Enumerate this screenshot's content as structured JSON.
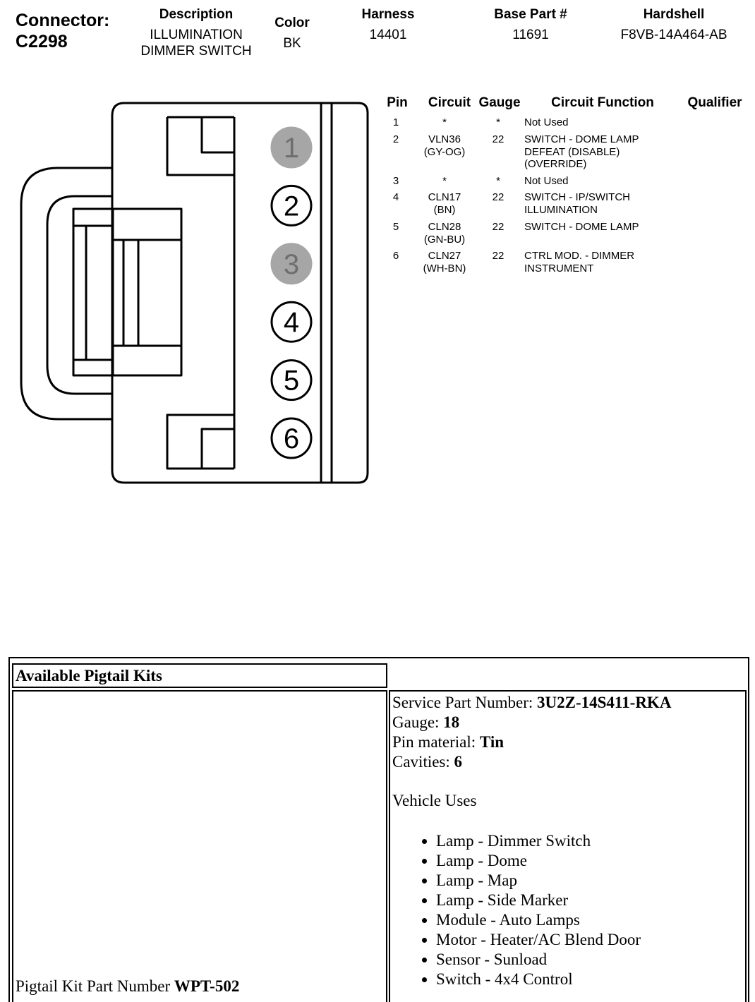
{
  "connector": {
    "label": "Connector:",
    "id": "C2298"
  },
  "header": {
    "description_label": "Description",
    "description_line1": "ILLUMINATION",
    "description_line2": "DIMMER SWITCH",
    "color_label": "Color",
    "color_value": "BK",
    "harness_label": "Harness",
    "harness_value": "14401",
    "base_part_label": "Base Part #",
    "base_part_value": "11691",
    "hardshell_label": "Hardshell",
    "hardshell_value": "F8VB-14A464-AB"
  },
  "diagram": {
    "pins": [
      {
        "number": "1",
        "used": false
      },
      {
        "number": "2",
        "used": true
      },
      {
        "number": "3",
        "used": false
      },
      {
        "number": "4",
        "used": true
      },
      {
        "number": "5",
        "used": true
      },
      {
        "number": "6",
        "used": true
      }
    ],
    "colors": {
      "unused_fill": "#a6a6a6",
      "unused_text": "#6e6e6e",
      "used_fill": "#ffffff",
      "stroke": "#000000"
    }
  },
  "pin_table": {
    "headers": {
      "pin": "Pin",
      "circuit": "Circuit",
      "gauge": "Gauge",
      "function": "Circuit Function",
      "qualifier": "Qualifier"
    },
    "rows": [
      {
        "pin": "1",
        "circuit": "*",
        "circuit_color": "",
        "gauge": "*",
        "function_line1": "Not Used",
        "function_line2": "",
        "function_line3": ""
      },
      {
        "pin": "2",
        "circuit": "VLN36",
        "circuit_color": "(GY-OG)",
        "gauge": "22",
        "function_line1": "SWITCH - DOME LAMP",
        "function_line2": "DEFEAT (DISABLE)",
        "function_line3": "(OVERRIDE)"
      },
      {
        "pin": "3",
        "circuit": "*",
        "circuit_color": "",
        "gauge": "*",
        "function_line1": "Not Used",
        "function_line2": "",
        "function_line3": ""
      },
      {
        "pin": "4",
        "circuit": "CLN17",
        "circuit_color": "(BN)",
        "gauge": "22",
        "function_line1": "SWITCH - IP/SWITCH",
        "function_line2": "ILLUMINATION",
        "function_line3": ""
      },
      {
        "pin": "5",
        "circuit": "CLN28",
        "circuit_color": "(GN-BU)",
        "gauge": "22",
        "function_line1": "SWITCH - DOME LAMP",
        "function_line2": "",
        "function_line3": ""
      },
      {
        "pin": "6",
        "circuit": "CLN27",
        "circuit_color": "(WH-BN)",
        "gauge": "22",
        "function_line1": "CTRL MOD. - DIMMER",
        "function_line2": "INSTRUMENT",
        "function_line3": ""
      }
    ]
  },
  "pigtail": {
    "section_title": "Available Pigtail Kits",
    "kit_part_label": "Pigtail Kit Part Number",
    "kit_part_value": "WPT-502",
    "service_part_label": "Service Part Number:",
    "service_part_value": "3U2Z-14S411-RKA",
    "gauge_label": "Gauge:",
    "gauge_value": "18",
    "pin_material_label": "Pin material:",
    "pin_material_value": "Tin",
    "cavities_label": "Cavities:",
    "cavities_value": "6",
    "vehicle_uses_label": "Vehicle Uses",
    "vehicle_uses": [
      "Lamp - Dimmer Switch",
      "Lamp - Dome",
      "Lamp - Map",
      "Lamp - Side Marker",
      "Module - Auto Lamps",
      "Motor - Heater/AC Blend Door",
      "Sensor - Sunload",
      "Switch - 4x4 Control"
    ]
  }
}
